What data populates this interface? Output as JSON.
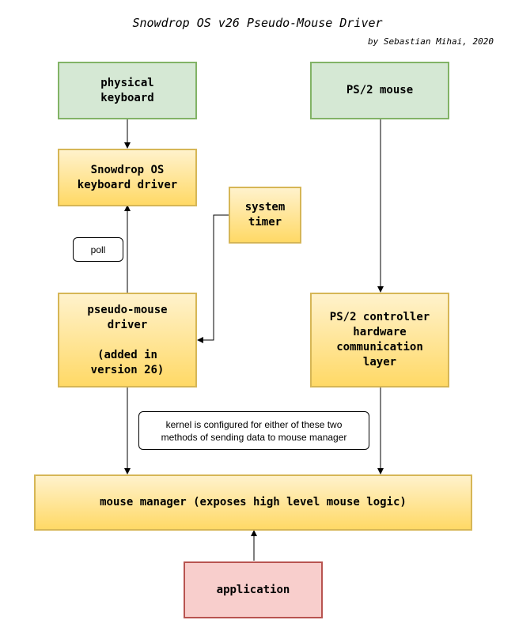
{
  "title": "Snowdrop OS v26 Pseudo-Mouse Driver",
  "subtitle": "by Sebastian Mihai, 2020",
  "nodes": {
    "physical_keyboard": "physical\nkeyboard",
    "ps2_mouse": "PS/2 mouse",
    "keyboard_driver": "Snowdrop OS\nkeyboard driver",
    "system_timer": "system\ntimer",
    "pseudo_mouse_driver": "pseudo-mouse\ndriver\n\n(added in\nversion 26)",
    "ps2_controller": "PS/2 controller\nhardware\ncommunication\nlayer",
    "mouse_manager": "mouse manager (exposes high level mouse logic)",
    "application": "application"
  },
  "labels": {
    "poll": "poll",
    "kernel_note": "kernel is configured for either of these two\nmethods of sending data to mouse manager"
  },
  "colors": {
    "green_fill": "#d5e8d4",
    "green_stroke": "#82b366",
    "yellow_fill_top": "#fff2cc",
    "yellow_fill_bottom": "#ffd966",
    "yellow_stroke": "#d6b656",
    "red_fill": "#f8cecc",
    "red_stroke": "#b85450"
  }
}
